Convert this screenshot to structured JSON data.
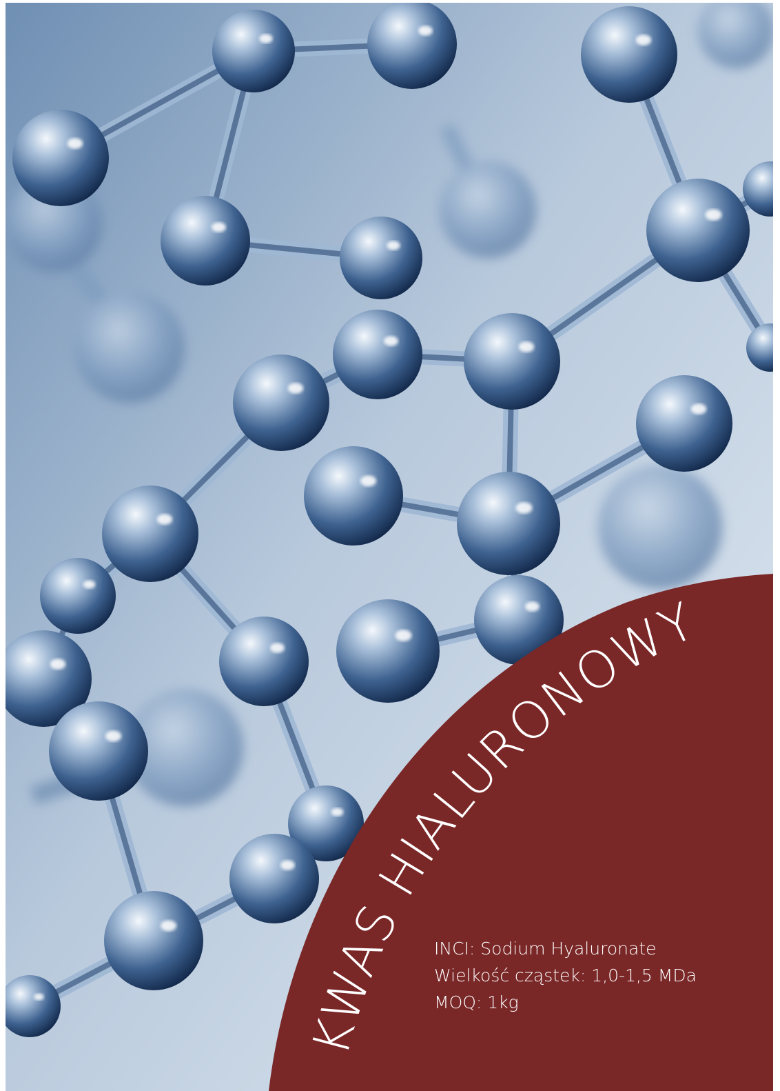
{
  "poster": {
    "title": "KWAS HIALURONOWY",
    "info_lines": [
      "INCI: Sodium Hyaluronate",
      "Wielkość cząstek: 1,0-1,5 MDa",
      "MOQ: 1kg"
    ]
  },
  "colors": {
    "accent": "#7a2727",
    "background_light": "#d9e3ee",
    "background_mid": "#8aa6c4",
    "molecule_dark": "#1f3c63",
    "text": "#ffffff"
  },
  "decoration": {
    "background_image": "molecule-structure"
  }
}
